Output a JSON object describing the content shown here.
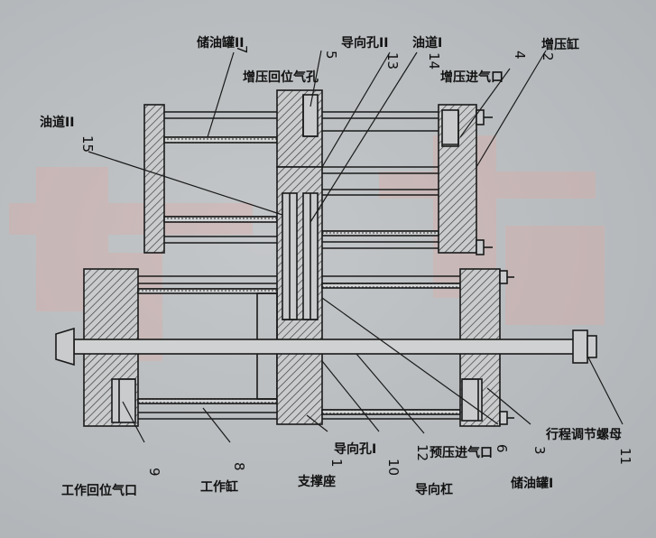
{
  "labels": {
    "l7": {
      "num": "7",
      "text": "储油罐II"
    },
    "l5": {
      "num": "5",
      "text": "增压回位气孔"
    },
    "l13": {
      "num": "13",
      "text": "导向孔II"
    },
    "l14": {
      "num": "14",
      "text": "油道I"
    },
    "l4": {
      "num": "4",
      "text": "增压进气口"
    },
    "l2": {
      "num": "2",
      "text": "增压缸"
    },
    "l15": {
      "num": "15",
      "text": "油道II"
    },
    "l11": {
      "num": "11",
      "text": "行程调节螺母"
    },
    "l3": {
      "num": "3",
      "text": "储油罐I"
    },
    "l6": {
      "num": "6",
      "text": "预压进气口"
    },
    "l12": {
      "num": "12",
      "text": "导向杠"
    },
    "l10": {
      "num": "10",
      "text": "导向孔I"
    },
    "l1": {
      "num": "1",
      "text": "支撑座"
    },
    "l8": {
      "num": "8",
      "text": "工作缸"
    },
    "l9": {
      "num": "9",
      "text": "工作回位气口"
    }
  },
  "colors": {
    "stroke": "#1a1a1a",
    "hatch": "#2a2a2a",
    "watermark": "#d9a8a4"
  }
}
